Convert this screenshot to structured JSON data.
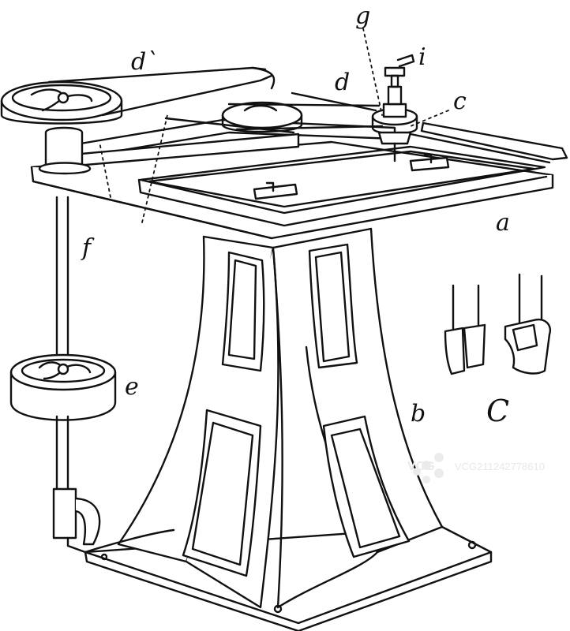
{
  "labels": {
    "a": "a",
    "b": "b",
    "c": "c",
    "C": "C",
    "d": "d",
    "d_prime": "d`",
    "e": "e",
    "f": "f",
    "g": "g",
    "i": "i"
  },
  "watermark": {
    "logo": "VCG",
    "id": "VCG211242778610"
  },
  "colors": {
    "ink": "#111111",
    "paper": "#ffffff",
    "watermark": "#e6e6e6"
  }
}
